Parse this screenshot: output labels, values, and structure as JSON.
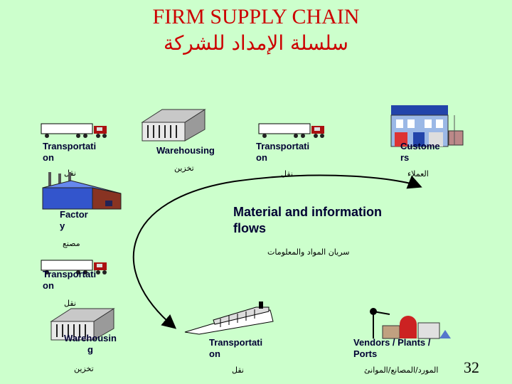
{
  "title": "FIRM SUPPLY CHAIN",
  "subtitle_ar": "سلسلة الإمداد للشركة",
  "nodes": {
    "transport1": {
      "label": "Transportati\non",
      "ar": "نقل"
    },
    "warehouse1": {
      "label": "Warehousing",
      "ar": "تخزين"
    },
    "transport2": {
      "label": "Transportati\non",
      "ar": "نقل"
    },
    "customers": {
      "label": "Custome\nrs",
      "ar": "العملاء"
    },
    "factory": {
      "label": "Factor\ny",
      "ar": "مصنع"
    },
    "transport3": {
      "label": "Transportati\non",
      "ar": "نقل"
    },
    "warehouse2": {
      "label": "Warehousin\ng",
      "ar": "تخزين"
    },
    "transport4": {
      "label": "Transportati\non",
      "ar": "نقل"
    },
    "vendors": {
      "label": "Vendors / Plants /\nPorts",
      "ar": "المورد/المصانع/الموانئ"
    }
  },
  "flow": {
    "label": "Material and information\nflows",
    "ar": "سريان المواد والمعلومات"
  },
  "page_number": "32",
  "colors": {
    "background": "#ccffcc",
    "title": "#cc0000",
    "arrow": "#000000"
  }
}
